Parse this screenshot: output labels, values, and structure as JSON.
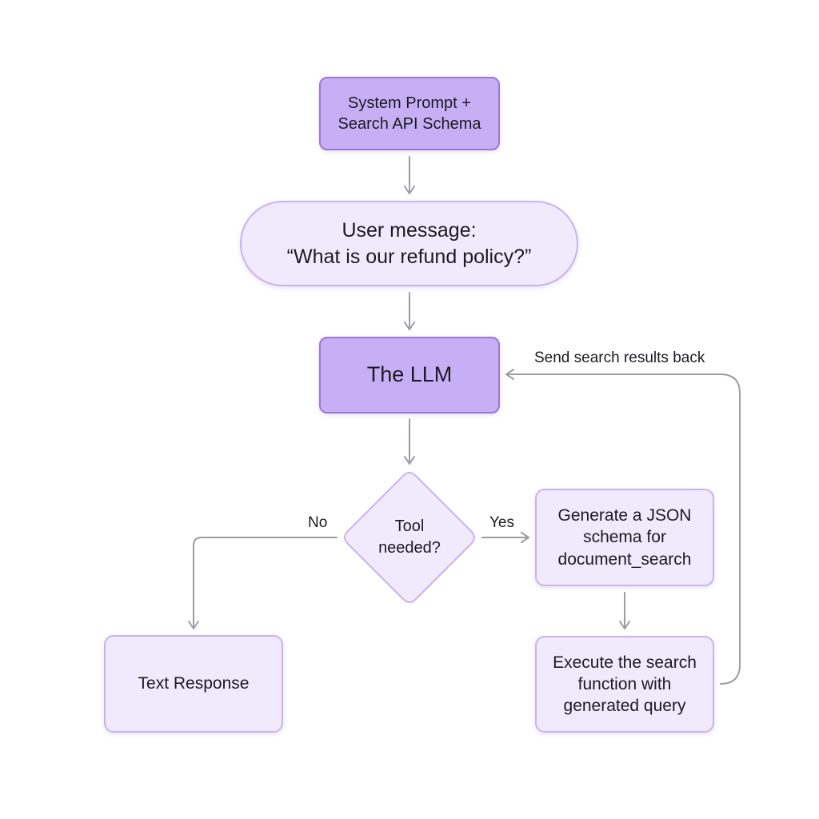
{
  "nodes": {
    "system_prompt": "System Prompt +\nSearch API Schema",
    "user_message": "User message:\n“What is our refund policy?”",
    "llm": "The LLM",
    "decision": "Tool\nneeded?",
    "generate_schema": "Generate a JSON\nschema for\ndocument_search",
    "execute_search": "Execute the search\nfunction with\ngenerated query",
    "text_response": "Text Response"
  },
  "edge_labels": {
    "no": "No",
    "yes": "Yes",
    "loop_back": "Send search results back"
  },
  "colors": {
    "dark_fill": "#c7aff5",
    "dark_border": "#9a78d6",
    "light_fill": "#f1eafd",
    "light_border": "#c9b3ee",
    "connector": "#9e9aa6"
  }
}
